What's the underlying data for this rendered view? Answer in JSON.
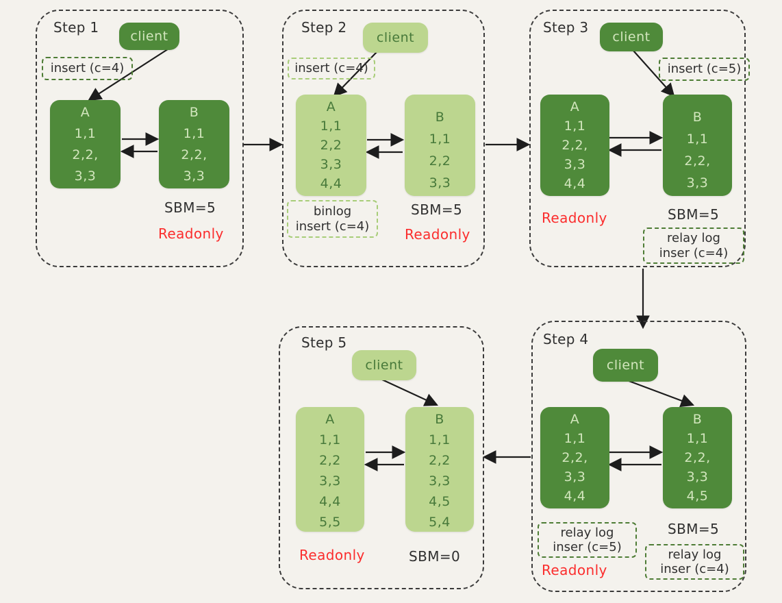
{
  "diagram": {
    "title": "MySQL replication SBM / readonly step sequence",
    "colors": {
      "background": "#f4f2ed",
      "node_dark": "#4f8a3a",
      "node_dark_text": "#d2e6bd",
      "node_light": "#bcd68f",
      "node_light_text": "#47793a",
      "panel_border": "#3a3a3a",
      "note_border_dark": "#4d7c35",
      "note_border_light": "#a8cd79",
      "readonly_text": "#fb2d2d",
      "arrow": "#1d1d1d"
    }
  },
  "steps": [
    {
      "id": "step1",
      "title": "Step 1",
      "client": {
        "label": "client",
        "shade": "dark"
      },
      "note_top": {
        "lines": [
          "insert (c=4)"
        ],
        "shade": "dark"
      },
      "node_a": {
        "title": "A",
        "rows": [
          "1,1",
          "2,2,",
          "3,3"
        ],
        "shade": "dark"
      },
      "node_b": {
        "title": "B",
        "rows": [
          "1,1",
          "2,2,",
          "3,3"
        ],
        "shade": "dark"
      },
      "captions": [
        {
          "text": "SBM=5",
          "kind": "plain"
        },
        {
          "text": "Readonly",
          "kind": "readonly"
        }
      ]
    },
    {
      "id": "step2",
      "title": "Step 2",
      "client": {
        "label": "client",
        "shade": "light"
      },
      "note_top": {
        "lines": [
          "insert (c=4)"
        ],
        "shade": "light"
      },
      "note_bottom": {
        "lines": [
          "binlog",
          "insert (c=4)"
        ],
        "shade": "light"
      },
      "node_a": {
        "title": "A",
        "rows": [
          "1,1",
          "2,2",
          "3,3",
          "4,4"
        ],
        "shade": "light"
      },
      "node_b": {
        "title": "B",
        "rows": [
          "1,1",
          "2,2",
          "3,3"
        ],
        "shade": "light"
      },
      "captions": [
        {
          "text": "SBM=5",
          "kind": "plain"
        },
        {
          "text": "Readonly",
          "kind": "readonly"
        }
      ]
    },
    {
      "id": "step3",
      "title": "Step 3",
      "client": {
        "label": "client",
        "shade": "dark"
      },
      "note_top": {
        "lines": [
          "insert (c=5)"
        ],
        "shade": "dark"
      },
      "note_bottom": {
        "lines": [
          "relay log",
          "inser (c=4)"
        ],
        "shade": "dark"
      },
      "node_a": {
        "title": "A",
        "rows": [
          "1,1",
          "2,2,",
          "3,3",
          "4,4"
        ],
        "shade": "dark"
      },
      "node_b": {
        "title": "B",
        "rows": [
          "1,1",
          "2,2,",
          "3,3"
        ],
        "shade": "dark"
      },
      "captions": [
        {
          "text": "Readonly",
          "kind": "readonly"
        },
        {
          "text": "SBM=5",
          "kind": "plain"
        }
      ]
    },
    {
      "id": "step4",
      "title": "Step 4",
      "client": {
        "label": "client",
        "shade": "dark"
      },
      "note_left": {
        "lines": [
          "relay log",
          "inser (c=5)"
        ],
        "shade": "dark"
      },
      "note_right": {
        "lines": [
          "relay log",
          "inser (c=4)"
        ],
        "shade": "dark"
      },
      "node_a": {
        "title": "A",
        "rows": [
          "1,1",
          "2,2,",
          "3,3",
          "4,4"
        ],
        "shade": "dark"
      },
      "node_b": {
        "title": "B",
        "rows": [
          "1,1",
          "2,2,",
          "3,3",
          "4,5"
        ],
        "shade": "dark"
      },
      "captions": [
        {
          "text": "SBM=5",
          "kind": "plain"
        },
        {
          "text": "Readonly",
          "kind": "readonly"
        }
      ]
    },
    {
      "id": "step5",
      "title": "Step 5",
      "client": {
        "label": "client",
        "shade": "light"
      },
      "node_a": {
        "title": "A",
        "rows": [
          "1,1",
          "2,2",
          "3,3",
          "4,4",
          "5,5"
        ],
        "shade": "light"
      },
      "node_b": {
        "title": "B",
        "rows": [
          "1,1",
          "2,2",
          "3,3",
          "4,5",
          "5,4"
        ],
        "shade": "light"
      },
      "captions": [
        {
          "text": "Readonly",
          "kind": "readonly"
        },
        {
          "text": "SBM=0",
          "kind": "plain"
        }
      ]
    }
  ],
  "flow": {
    "step1_to_step2": "arrow-right",
    "step2_to_step3": "arrow-right",
    "step3_to_step4": "arrow-down",
    "step4_to_step5": "arrow-left"
  }
}
